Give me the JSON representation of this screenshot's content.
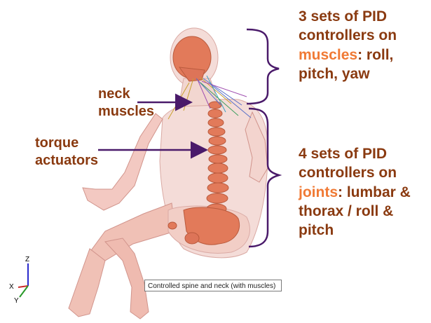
{
  "labels": {
    "neck": [
      "neck",
      "muscles"
    ],
    "torque": [
      "torque",
      "actuators"
    ],
    "top_block": {
      "line1": "3 sets of PID",
      "line2": "controllers on",
      "line3_accent": "muscles",
      "line3_rest": ": roll,",
      "line4": "pitch, yaw"
    },
    "bottom_block": {
      "line1": "4 sets of PID",
      "line2": "controllers on",
      "line3_accent": "joints",
      "line3_rest": ": lumbar &",
      "line4": "thorax / roll &",
      "line5": "pitch"
    }
  },
  "caption": "Controlled spine and neck (with muscles)",
  "axes": {
    "z": "Z",
    "x": "X",
    "y": "Y"
  },
  "colors": {
    "text": "#8a3a10",
    "accent": "#f07a35",
    "bracket": "#4a1a6a",
    "arrow": "#4a1a6a",
    "bone": "#e27a5a",
    "skin": "#f3cfc6"
  }
}
